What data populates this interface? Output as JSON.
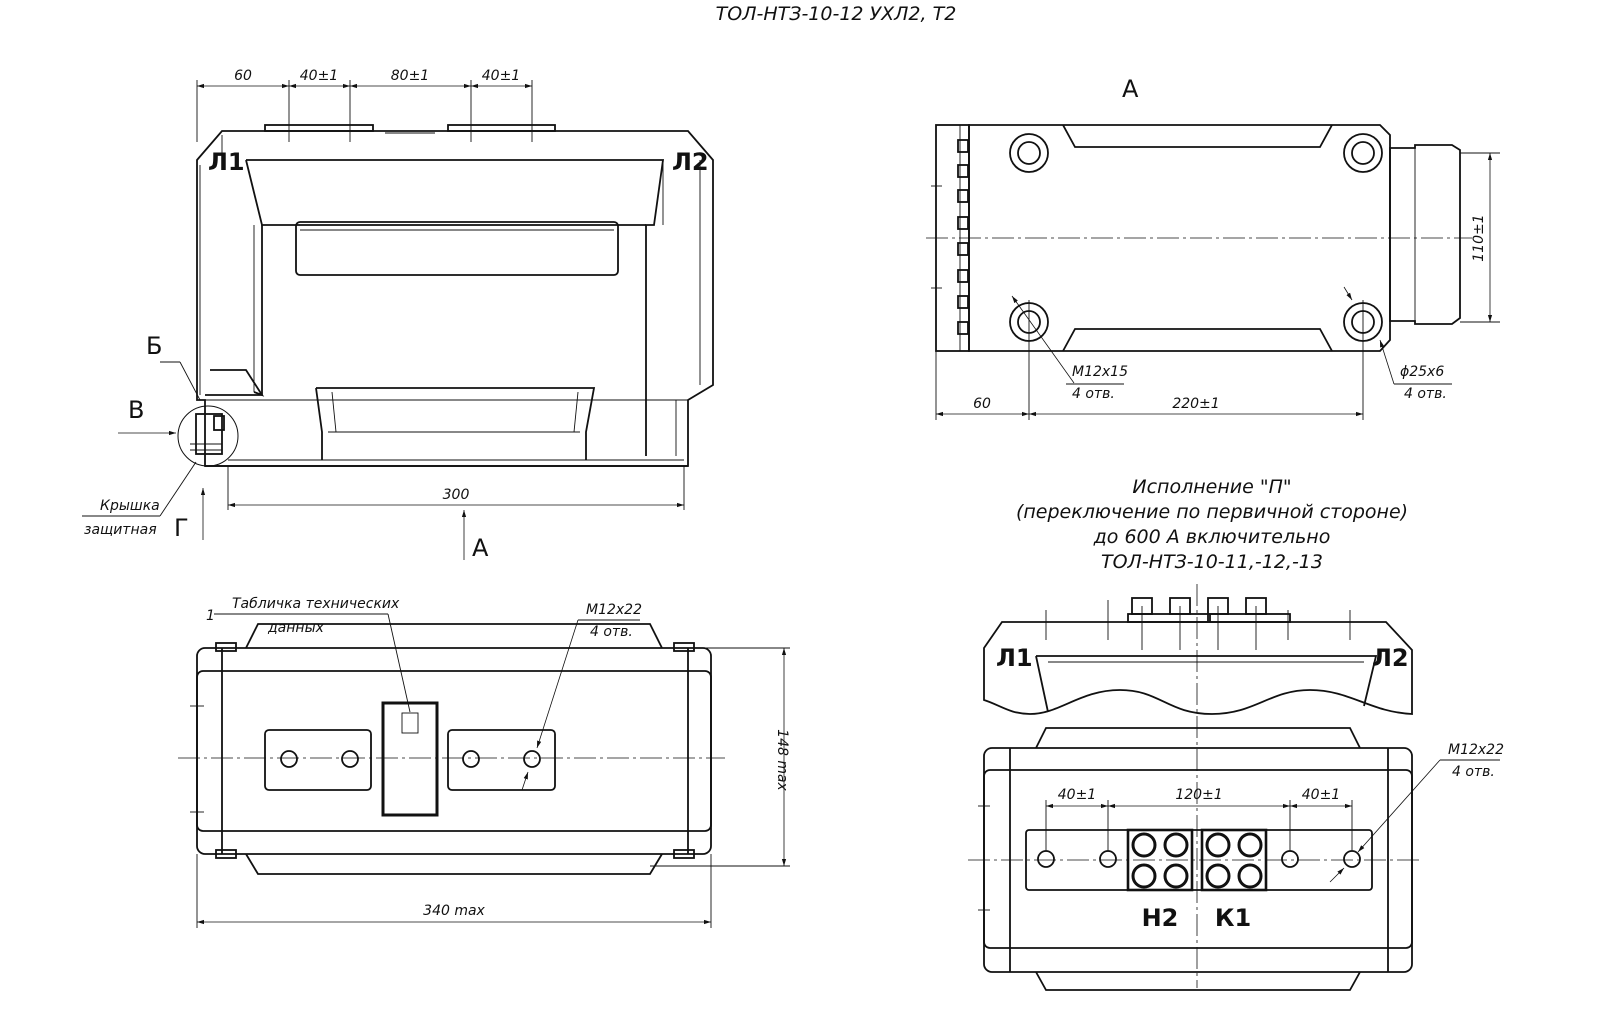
{
  "title": "ТОЛ-НТЗ-10-12 УХЛ2, Т2",
  "front_view": {
    "dims_top": [
      "60",
      "40±1",
      "80±1",
      "40±1"
    ],
    "dim_bottom": "300",
    "terminal_left": "Л1",
    "terminal_right": "Л2",
    "view_b": "Б",
    "view_v": "В",
    "view_g": "Г",
    "view_a": "А",
    "cover_label_1": "Крышка",
    "cover_label_2": "защитная"
  },
  "top_view": {
    "view_label": "А",
    "dim_right": "110±1",
    "dim_left": "60",
    "dim_center": "220±1",
    "thread_label": "М12х15",
    "thread_count": "4 отв.",
    "hole_label": "ϕ25х6",
    "hole_count": "4 отв."
  },
  "plan_view": {
    "plate_label_1": "Табличка технических",
    "plate_label_2": "данных",
    "item_number": "1",
    "thread_label": "М12х22",
    "thread_count": "4 отв.",
    "dim_height": "148 max",
    "dim_width": "340 max"
  },
  "variant_p": {
    "caption_1": "Исполнение \"П\"",
    "caption_2": "(переключение по первичной стороне)",
    "caption_3": "до 600 А включительно",
    "caption_4": "ТОЛ-НТЗ-10-11,-12,-13",
    "terminal_left": "Л1",
    "terminal_right": "Л2",
    "thread_label": "М12х22",
    "thread_count": "4 отв.",
    "dims": [
      "40±1",
      "120±1",
      "40±1"
    ],
    "mark_left": "Н2",
    "mark_right": "К1"
  }
}
